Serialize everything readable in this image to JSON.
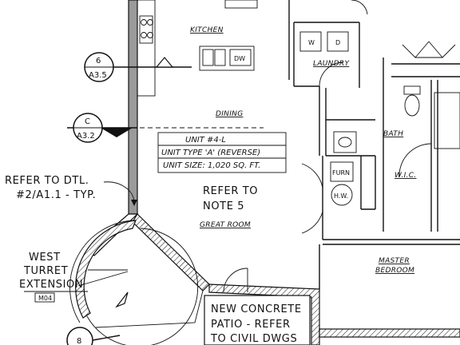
{
  "rooms": {
    "kitchen": "KITCHEN",
    "laundry": "LAUNDRY",
    "dining": "DINING",
    "bath": "BATH",
    "wic": "W.I.C.",
    "great_room": "GREAT ROOM",
    "master_line1": "MASTER",
    "master_line2": "BEDROOM"
  },
  "fixtures": {
    "dishwasher": "DW",
    "washer": "W",
    "dryer": "D",
    "furnace": "FURN",
    "water_heater": "H.W."
  },
  "unit_box": {
    "line1": "UNIT #4-L",
    "line2": "UNIT TYPE 'A' (REVERSE)",
    "line3": "UNIT SIZE: 1,020 SQ. FT."
  },
  "notes": {
    "refer_dtl_line1": "REFER TO DTL.",
    "refer_dtl_line2": "#2/A1.1 - TYP.",
    "refer_note_line1": "REFER TO",
    "refer_note_line2": "NOTE 5",
    "patio_line1": "NEW CONCRETE",
    "patio_line2": "PATIO - REFER",
    "patio_line3": "TO CIVIL DWGS"
  },
  "turret": {
    "line1": "WEST",
    "line2": "TURRET",
    "line3": "EXTENSION",
    "tag": "M04"
  },
  "callouts": {
    "detail_6": {
      "number": "6",
      "sheet": "A3.5"
    },
    "section_c": {
      "number": "C",
      "sheet": "A3.2"
    },
    "bubble_8": {
      "number": "8"
    }
  }
}
